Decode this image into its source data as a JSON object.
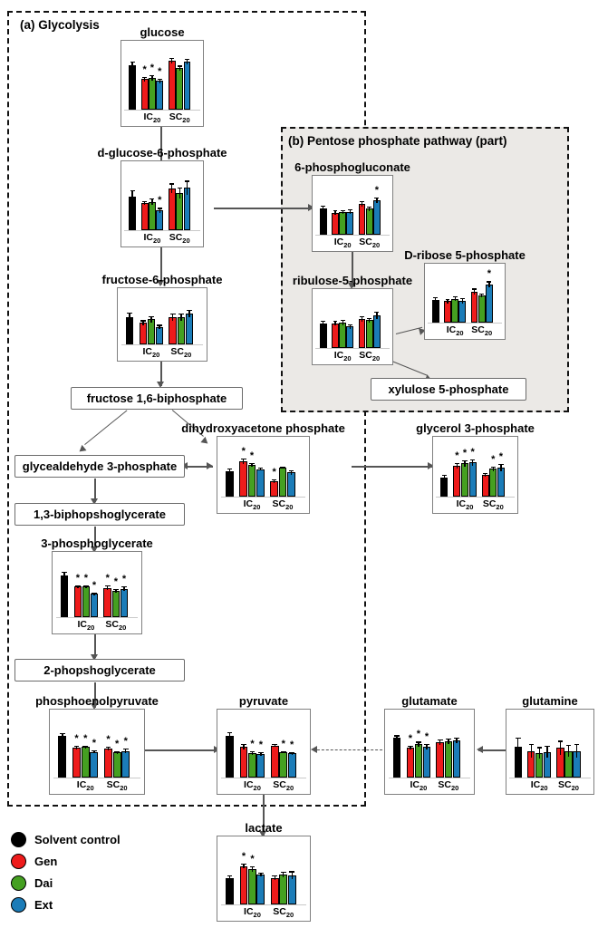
{
  "figure": {
    "sections": [
      {
        "id": "a",
        "title": "(a) Glycolysis"
      },
      {
        "id": "b",
        "title": "(b) Pentose phosphate pathway (part)"
      }
    ],
    "group_labels": [
      "IC",
      "SC"
    ],
    "group_sub": "20",
    "significance_marker": "*"
  },
  "legend": {
    "items": [
      {
        "label": "Solvent control",
        "color": "#000000"
      },
      {
        "label": "Gen",
        "color": "#ee1b1b"
      },
      {
        "label": "Dai",
        "color": "#45a021"
      },
      {
        "label": "Ext",
        "color": "#1b7cb8"
      }
    ]
  },
  "colors": {
    "control": "#000000",
    "gen": "#ee1b1b",
    "dai": "#45a021",
    "ext": "#1b7cb8",
    "shaded_panel": "#ebe9e6",
    "connector": "#555555",
    "panel_border": "#808080"
  },
  "plain_nodes": [
    {
      "id": "fructose16",
      "label": "fructose 1,6-biphosphate"
    },
    {
      "id": "xylulose5p",
      "label": "xylulose 5-phosphate"
    },
    {
      "id": "ga3p",
      "label": "glycealdehyde 3-phosphate"
    },
    {
      "id": "bpg13",
      "label": "1,3-biphopshoglycerate"
    },
    {
      "id": "pg2",
      "label": "2-phopshoglycerate"
    }
  ],
  "chart_data": [
    {
      "id": "glucose",
      "type": "bar",
      "title": "glucose",
      "categories": [
        "Solvent control",
        "IC20-Gen",
        "IC20-Dai",
        "IC20-Ext",
        "SC20-Gen",
        "SC20-Dai",
        "SC20-Ext"
      ],
      "series": [
        "Solvent control",
        "Gen",
        "Dai",
        "Ext"
      ],
      "values": [
        0.82,
        0.56,
        0.58,
        0.53,
        0.9,
        0.76,
        0.88
      ],
      "errors": [
        0.06,
        0.04,
        0.05,
        0.04,
        0.05,
        0.05,
        0.05
      ],
      "significant": [
        false,
        true,
        true,
        true,
        false,
        false,
        false
      ],
      "ylim": [
        0,
        1.0
      ],
      "ylabel": "",
      "xlabel": "",
      "grid": false
    },
    {
      "id": "g6p",
      "type": "bar",
      "title": "d-glucose-6-phosphate",
      "categories": [
        "Solvent control",
        "IC20-Gen",
        "IC20-Dai",
        "IC20-Ext",
        "SC20-Gen",
        "SC20-Dai",
        "SC20-Ext"
      ],
      "series": [
        "Solvent control",
        "Gen",
        "Dai",
        "Ext"
      ],
      "values": [
        0.62,
        0.5,
        0.52,
        0.36,
        0.77,
        0.68,
        0.78
      ],
      "errors": [
        0.12,
        0.04,
        0.06,
        0.05,
        0.09,
        0.1,
        0.13
      ],
      "significant": [
        false,
        false,
        false,
        true,
        false,
        false,
        false
      ],
      "ylim": [
        0,
        1.0
      ],
      "ylabel": "",
      "xlabel": "",
      "grid": false
    },
    {
      "id": "f6p",
      "type": "bar",
      "title": "fructose-6-phosphate",
      "categories": [
        "Solvent control",
        "IC20-Gen",
        "IC20-Dai",
        "IC20-Ext",
        "SC20-Gen",
        "SC20-Dai",
        "SC20-Ext"
      ],
      "series": [
        "Solvent control",
        "Gen",
        "Dai",
        "Ext"
      ],
      "values": [
        0.66,
        0.52,
        0.6,
        0.42,
        0.66,
        0.66,
        0.74
      ],
      "errors": [
        0.1,
        0.06,
        0.07,
        0.05,
        0.09,
        0.09,
        0.09
      ],
      "significant": [
        false,
        false,
        false,
        false,
        false,
        false,
        false
      ],
      "ylim": [
        0,
        1.0
      ],
      "ylabel": "",
      "xlabel": "",
      "grid": false
    },
    {
      "id": "pg6",
      "type": "bar",
      "title": "6-phosphogluconate",
      "categories": [
        "Solvent control",
        "IC20-Gen",
        "IC20-Dai",
        "IC20-Ext",
        "SC20-Gen",
        "SC20-Dai",
        "SC20-Ext"
      ],
      "series": [
        "Solvent control",
        "Gen",
        "Dai",
        "Ext"
      ],
      "values": [
        0.6,
        0.5,
        0.51,
        0.52,
        0.7,
        0.59,
        0.78
      ],
      "errors": [
        0.05,
        0.05,
        0.05,
        0.05,
        0.06,
        0.05,
        0.06
      ],
      "significant": [
        false,
        false,
        false,
        false,
        false,
        false,
        true
      ],
      "ylim": [
        0,
        1.0
      ],
      "ylabel": "",
      "xlabel": "",
      "grid": false
    },
    {
      "id": "ru5p",
      "type": "bar",
      "title": "ribulose-5-phosphate",
      "categories": [
        "Solvent control",
        "IC20-Gen",
        "IC20-Dai",
        "IC20-Ext",
        "SC20-Gen",
        "SC20-Dai",
        "SC20-Ext"
      ],
      "series": [
        "Solvent control",
        "Gen",
        "Dai",
        "Ext"
      ],
      "values": [
        0.56,
        0.56,
        0.57,
        0.48,
        0.66,
        0.63,
        0.74
      ],
      "errors": [
        0.06,
        0.05,
        0.06,
        0.05,
        0.06,
        0.05,
        0.08
      ],
      "significant": [
        false,
        false,
        false,
        false,
        false,
        false,
        false
      ],
      "ylim": [
        0,
        1.0
      ],
      "ylabel": "",
      "xlabel": "",
      "grid": false
    },
    {
      "id": "r5p",
      "type": "bar",
      "title": "D-ribose 5-phosphate",
      "categories": [
        "Solvent control",
        "IC20-Gen",
        "IC20-Dai",
        "IC20-Ext",
        "SC20-Gen",
        "SC20-Dai",
        "SC20-Ext"
      ],
      "series": [
        "Solvent control",
        "Gen",
        "Dai",
        "Ext"
      ],
      "values": [
        0.52,
        0.48,
        0.54,
        0.49,
        0.7,
        0.61,
        0.86
      ],
      "errors": [
        0.06,
        0.05,
        0.06,
        0.06,
        0.07,
        0.04,
        0.07
      ],
      "significant": [
        false,
        false,
        false,
        false,
        false,
        false,
        true
      ],
      "ylim": [
        0,
        1.0
      ],
      "ylabel": "",
      "xlabel": "",
      "grid": false
    },
    {
      "id": "dhap",
      "type": "bar",
      "title": "dihydroxyacetone phosphate",
      "categories": [
        "Solvent control",
        "IC20-Gen",
        "IC20-Dai",
        "IC20-Ext",
        "SC20-Gen",
        "SC20-Dai",
        "SC20-Ext"
      ],
      "series": [
        "Solvent control",
        "Gen",
        "Dai",
        "Ext"
      ],
      "values": [
        0.56,
        0.78,
        0.7,
        0.61,
        0.34,
        0.64,
        0.54
      ],
      "errors": [
        0.06,
        0.06,
        0.04,
        0.03,
        0.04,
        0.02,
        0.05
      ],
      "significant": [
        false,
        true,
        true,
        false,
        true,
        false,
        false
      ],
      "ylim": [
        0,
        1.0
      ],
      "ylabel": "",
      "xlabel": "",
      "grid": false
    },
    {
      "id": "g3p",
      "type": "bar",
      "title": "glycerol 3-phosphate",
      "categories": [
        "Solvent control",
        "IC20-Gen",
        "IC20-Dai",
        "IC20-Ext",
        "SC20-Gen",
        "SC20-Dai",
        "SC20-Ext"
      ],
      "series": [
        "Solvent control",
        "Gen",
        "Dai",
        "Ext"
      ],
      "values": [
        0.42,
        0.68,
        0.74,
        0.76,
        0.48,
        0.62,
        0.64
      ],
      "errors": [
        0.06,
        0.06,
        0.07,
        0.07,
        0.04,
        0.05,
        0.08
      ],
      "significant": [
        false,
        true,
        true,
        true,
        false,
        true,
        true
      ],
      "ylim": [
        0,
        1.0
      ],
      "ylabel": "",
      "xlabel": "",
      "grid": false
    },
    {
      "id": "pg3",
      "type": "bar",
      "title": "3-phosphoglycerate",
      "categories": [
        "Solvent control",
        "IC20-Gen",
        "IC20-Dai",
        "IC20-Ext",
        "SC20-Gen",
        "SC20-Dai",
        "SC20-Ext"
      ],
      "series": [
        "Solvent control",
        "Gen",
        "Dai",
        "Ext"
      ],
      "values": [
        0.82,
        0.6,
        0.6,
        0.46,
        0.58,
        0.52,
        0.56
      ],
      "errors": [
        0.07,
        0.03,
        0.03,
        0.03,
        0.05,
        0.03,
        0.05
      ],
      "significant": [
        false,
        true,
        true,
        true,
        true,
        true,
        true
      ],
      "ylim": [
        0,
        1.0
      ],
      "ylabel": "",
      "xlabel": "",
      "grid": false
    },
    {
      "id": "pep",
      "type": "bar",
      "title": "phosphoenolpyruvate",
      "categories": [
        "Solvent control",
        "IC20-Gen",
        "IC20-Dai",
        "IC20-Ext",
        "SC20-Gen",
        "SC20-Dai",
        "SC20-Ext"
      ],
      "series": [
        "Solvent control",
        "Gen",
        "Dai",
        "Ext"
      ],
      "values": [
        0.78,
        0.56,
        0.57,
        0.48,
        0.54,
        0.47,
        0.5
      ],
      "errors": [
        0.05,
        0.04,
        0.03,
        0.03,
        0.04,
        0.03,
        0.04
      ],
      "significant": [
        false,
        true,
        true,
        true,
        true,
        true,
        true
      ],
      "ylim": [
        0,
        1.0
      ],
      "ylabel": "",
      "xlabel": "",
      "grid": false
    },
    {
      "id": "pyruvate",
      "type": "bar",
      "title": "pyruvate",
      "categories": [
        "Solvent control",
        "IC20-Gen",
        "IC20-Dai",
        "IC20-Ext",
        "SC20-Gen",
        "SC20-Dai",
        "SC20-Ext"
      ],
      "series": [
        "Solvent control",
        "Gen",
        "Dai",
        "Ext"
      ],
      "values": [
        0.78,
        0.58,
        0.46,
        0.44,
        0.6,
        0.47,
        0.45
      ],
      "errors": [
        0.07,
        0.05,
        0.03,
        0.04,
        0.03,
        0.02,
        0.03
      ],
      "significant": [
        false,
        false,
        true,
        true,
        false,
        true,
        true
      ],
      "ylim": [
        0,
        1.0
      ],
      "ylabel": "",
      "xlabel": "",
      "grid": false
    },
    {
      "id": "glutamate",
      "type": "bar",
      "title": "glutamate",
      "categories": [
        "Solvent control",
        "IC20-Gen",
        "IC20-Dai",
        "IC20-Ext",
        "SC20-Gen",
        "SC20-Dai",
        "SC20-Ext"
      ],
      "series": [
        "Solvent control",
        "Gen",
        "Dai",
        "Ext"
      ],
      "values": [
        0.74,
        0.56,
        0.62,
        0.58,
        0.66,
        0.68,
        0.7
      ],
      "errors": [
        0.05,
        0.04,
        0.05,
        0.05,
        0.05,
        0.05,
        0.05
      ],
      "significant": [
        false,
        true,
        true,
        true,
        false,
        false,
        false
      ],
      "ylim": [
        0,
        1.0
      ],
      "ylabel": "",
      "xlabel": "",
      "grid": false
    },
    {
      "id": "glutamine",
      "type": "bar",
      "title": "glutamine",
      "categories": [
        "Solvent control",
        "IC20-Gen",
        "IC20-Dai",
        "IC20-Ext",
        "SC20-Gen",
        "SC20-Dai",
        "SC20-Ext"
      ],
      "series": [
        "Solvent control",
        "Gen",
        "Dai",
        "Ext"
      ],
      "values": [
        0.58,
        0.5,
        0.46,
        0.48,
        0.56,
        0.5,
        0.5
      ],
      "errors": [
        0.17,
        0.13,
        0.11,
        0.11,
        0.13,
        0.11,
        0.13
      ],
      "significant": [
        false,
        false,
        false,
        false,
        false,
        false,
        false
      ],
      "ylim": [
        0,
        1.0
      ],
      "ylabel": "",
      "xlabel": "",
      "grid": false
    },
    {
      "id": "lactate",
      "type": "bar",
      "title": "lactate",
      "categories": [
        "Solvent control",
        "IC20-Gen",
        "IC20-Dai",
        "IC20-Ext",
        "SC20-Gen",
        "SC20-Dai",
        "SC20-Ext"
      ],
      "series": [
        "Solvent control",
        "Gen",
        "Dai",
        "Ext"
      ],
      "values": [
        0.5,
        0.72,
        0.66,
        0.56,
        0.5,
        0.56,
        0.55
      ],
      "errors": [
        0.04,
        0.04,
        0.05,
        0.04,
        0.05,
        0.05,
        0.07
      ],
      "significant": [
        false,
        true,
        true,
        false,
        false,
        false,
        false
      ],
      "ylim": [
        0,
        1.0
      ],
      "ylabel": "",
      "xlabel": "",
      "grid": false
    }
  ]
}
